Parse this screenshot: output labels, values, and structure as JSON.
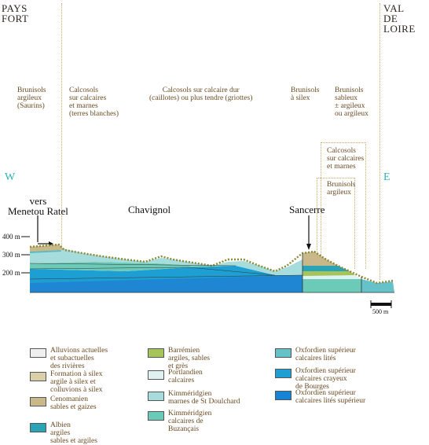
{
  "regions": {
    "pays_fort": "PAYS\nFORT",
    "val_de_loire": "VAL\nDE\nLOIRE"
  },
  "soils": {
    "brunisols_saurins": "Brunisols\nargileux\n(Saurins)",
    "calcosols_terres": "Calcosols\nsur calcaires\net marnes\n(terres blanches)",
    "calcosols_caillotes": "Calcosols sur calcaire dur\n(caillotes) ou plus tendre (griottes)",
    "brunisols_silex": "Brunisols\nà silex",
    "brunisols_sableux": "Brunisols\nsableux\n± argileux\nou argileux",
    "calcosols_marnes": "Calcosols\nsur calcaires\net marnes",
    "brunisols_argileux": "Brunisols\nargileux"
  },
  "directions": {
    "west": "W",
    "east": "E"
  },
  "towns": {
    "menetou": "vers\nMenetou Ratel",
    "chavignol": "Chavignol",
    "sancerre": "Sancerre"
  },
  "altitudes": [
    "400 m",
    "300 m",
    "200 m"
  ],
  "scale_bar": "500 m",
  "legend": [
    {
      "label": "Alluvions actuelles\net subactuelles\ndes rivières",
      "color": "#f2f0ee"
    },
    {
      "label": "Formation à silex\nargile à silex et\ncolluvions à silex",
      "color": "#d9cfa8"
    },
    {
      "label": "Cenomanien\nsables et gaizes",
      "color": "#c9b98a"
    },
    {
      "label": "Albien\nargiles\nsables et argiles",
      "color": "#2aa3b8"
    },
    {
      "label": "Barrémien\nargiles, sables\net grès",
      "color": "#a7c45a"
    },
    {
      "label": "Portlandien\ncalcaires",
      "color": "#dff1f0"
    },
    {
      "label": "Kimméridgien\nmarnes de St Doulchard",
      "color": "#a6dddc"
    },
    {
      "label": "Kimméridgien\ncalcaires de\nBuzançais",
      "color": "#6ccab8"
    },
    {
      "label": "Oxfordien supérieur\ncalcaires lités",
      "color": "#64c2c8"
    },
    {
      "label": "Oxfordien supérieur\ncalcaires crayeux\nde Bourges",
      "color": "#1e9fd4"
    },
    {
      "label": "Oxfordien supérieur\ncalcaires lités supérieur",
      "color": "#1684d6"
    }
  ]
}
